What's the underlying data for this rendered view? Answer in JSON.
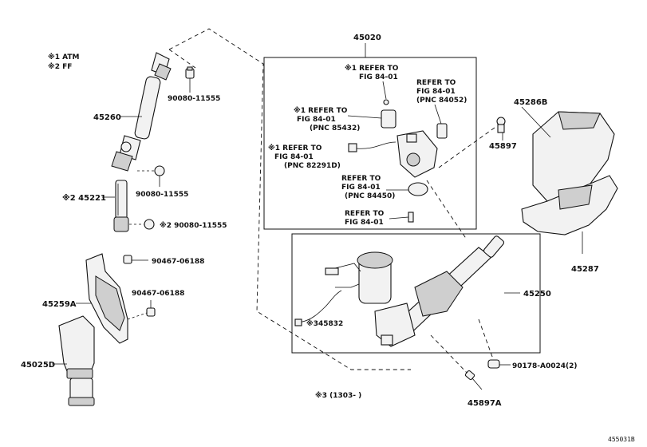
{
  "legend": {
    "line1": "※1 ATM",
    "line2": "※2 FF"
  },
  "labels": {
    "shaft_45260": "45260",
    "bolt_upper": "90080-11555",
    "bolt_mid": "90080-11555",
    "shaft_45221": "※2 45221",
    "bolt_lower": "※2 90080-11555",
    "cover_45259a": "45259A",
    "screw_a": "90467-06188",
    "screw_b": "90467-06188",
    "boot_45025d": "45025D",
    "box_45020": "45020",
    "ref_top_1": "※1 REFER TO",
    "ref_top_2": "FIG 84-01",
    "ref_r_1": "REFER TO",
    "ref_r_2": "FIG 84-01",
    "ref_r_3": "(PNC 84052)",
    "ref_l1_1": "※1 REFER TO",
    "ref_l1_2": "FIG 84-01",
    "ref_l1_3": "(PNC 85432)",
    "ref_l2_1": "※1 REFER TO",
    "ref_l2_2": "FIG 84-01",
    "ref_l2_3": "(PNC 82291D)",
    "ref_c_1": "REFER TO",
    "ref_c_2": "FIG 84-01",
    "ref_c_3": "(PNC 84450)",
    "ref_b_1": "REFER TO",
    "ref_b_2": "FIG 84-01",
    "cover_45286b": "45286B",
    "bolt_45897": "45897",
    "cover_45287": "45287",
    "column_45250": "45250",
    "sensor_345832": "※345832",
    "nut_90178": "90178-A0024(2)",
    "bolt_45897a": "45897A",
    "footnote": "※3 (1303-     )",
    "drawing_id": "455031B"
  }
}
